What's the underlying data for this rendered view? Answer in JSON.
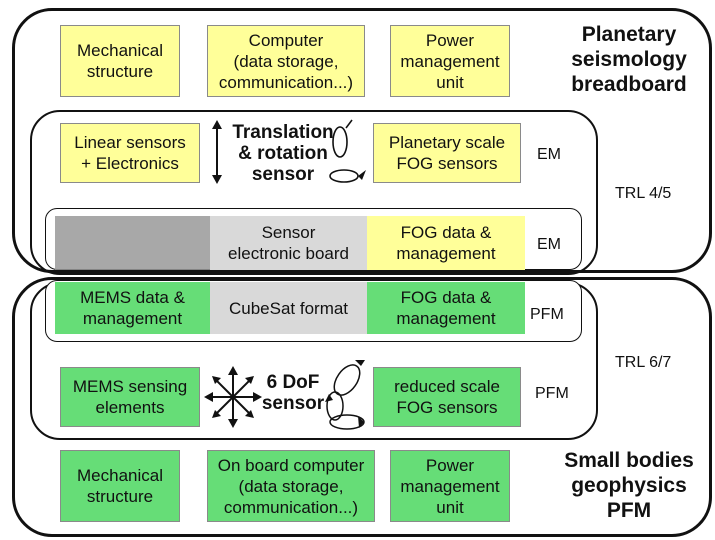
{
  "top_block": {
    "title": "Planetary\nseismology\nbreadboard",
    "trl": "TRL 4/5",
    "boxes": {
      "mechanical": "Mechanical\nstructure",
      "computer": "Computer\n(data storage,\ncommunication...)",
      "power": "Power\nmanagement\nunit"
    },
    "em_row": {
      "linear": "Linear sensors\n+ Electronics",
      "sensor_label": "Translation\n& rotation\nsensor",
      "fog": "Planetary scale\nFOG sensors",
      "level": "EM"
    },
    "board_row": {
      "sensor_board": "Sensor\nelectronic board",
      "fog_data": "FOG data &\nmanagement",
      "level": "EM"
    }
  },
  "bottom_block": {
    "title": "Small bodies\ngeophysics\nPFM",
    "trl": "TRL 6/7",
    "cubesat_row": {
      "mems_data": "MEMS data &\nmanagement",
      "cubesat": "CubeSat format",
      "fog_data": "FOG data &\nmanagement",
      "level": "PFM"
    },
    "sensor_row": {
      "mems": "MEMS sensing\nelements",
      "sensor_label": "6 DoF\nsensor",
      "fog": "reduced scale\nFOG sensors",
      "level": "PFM"
    },
    "boxes": {
      "mechanical": "Mechanical\nstructure",
      "computer": "On board computer\n(data storage,\ncommunication...)",
      "power": "Power\nmanagement\nunit"
    }
  },
  "colors": {
    "yellow": "#ffff99",
    "green": "#66dd77",
    "gray": "#d9d9d9",
    "dark_gray": "#999999"
  }
}
